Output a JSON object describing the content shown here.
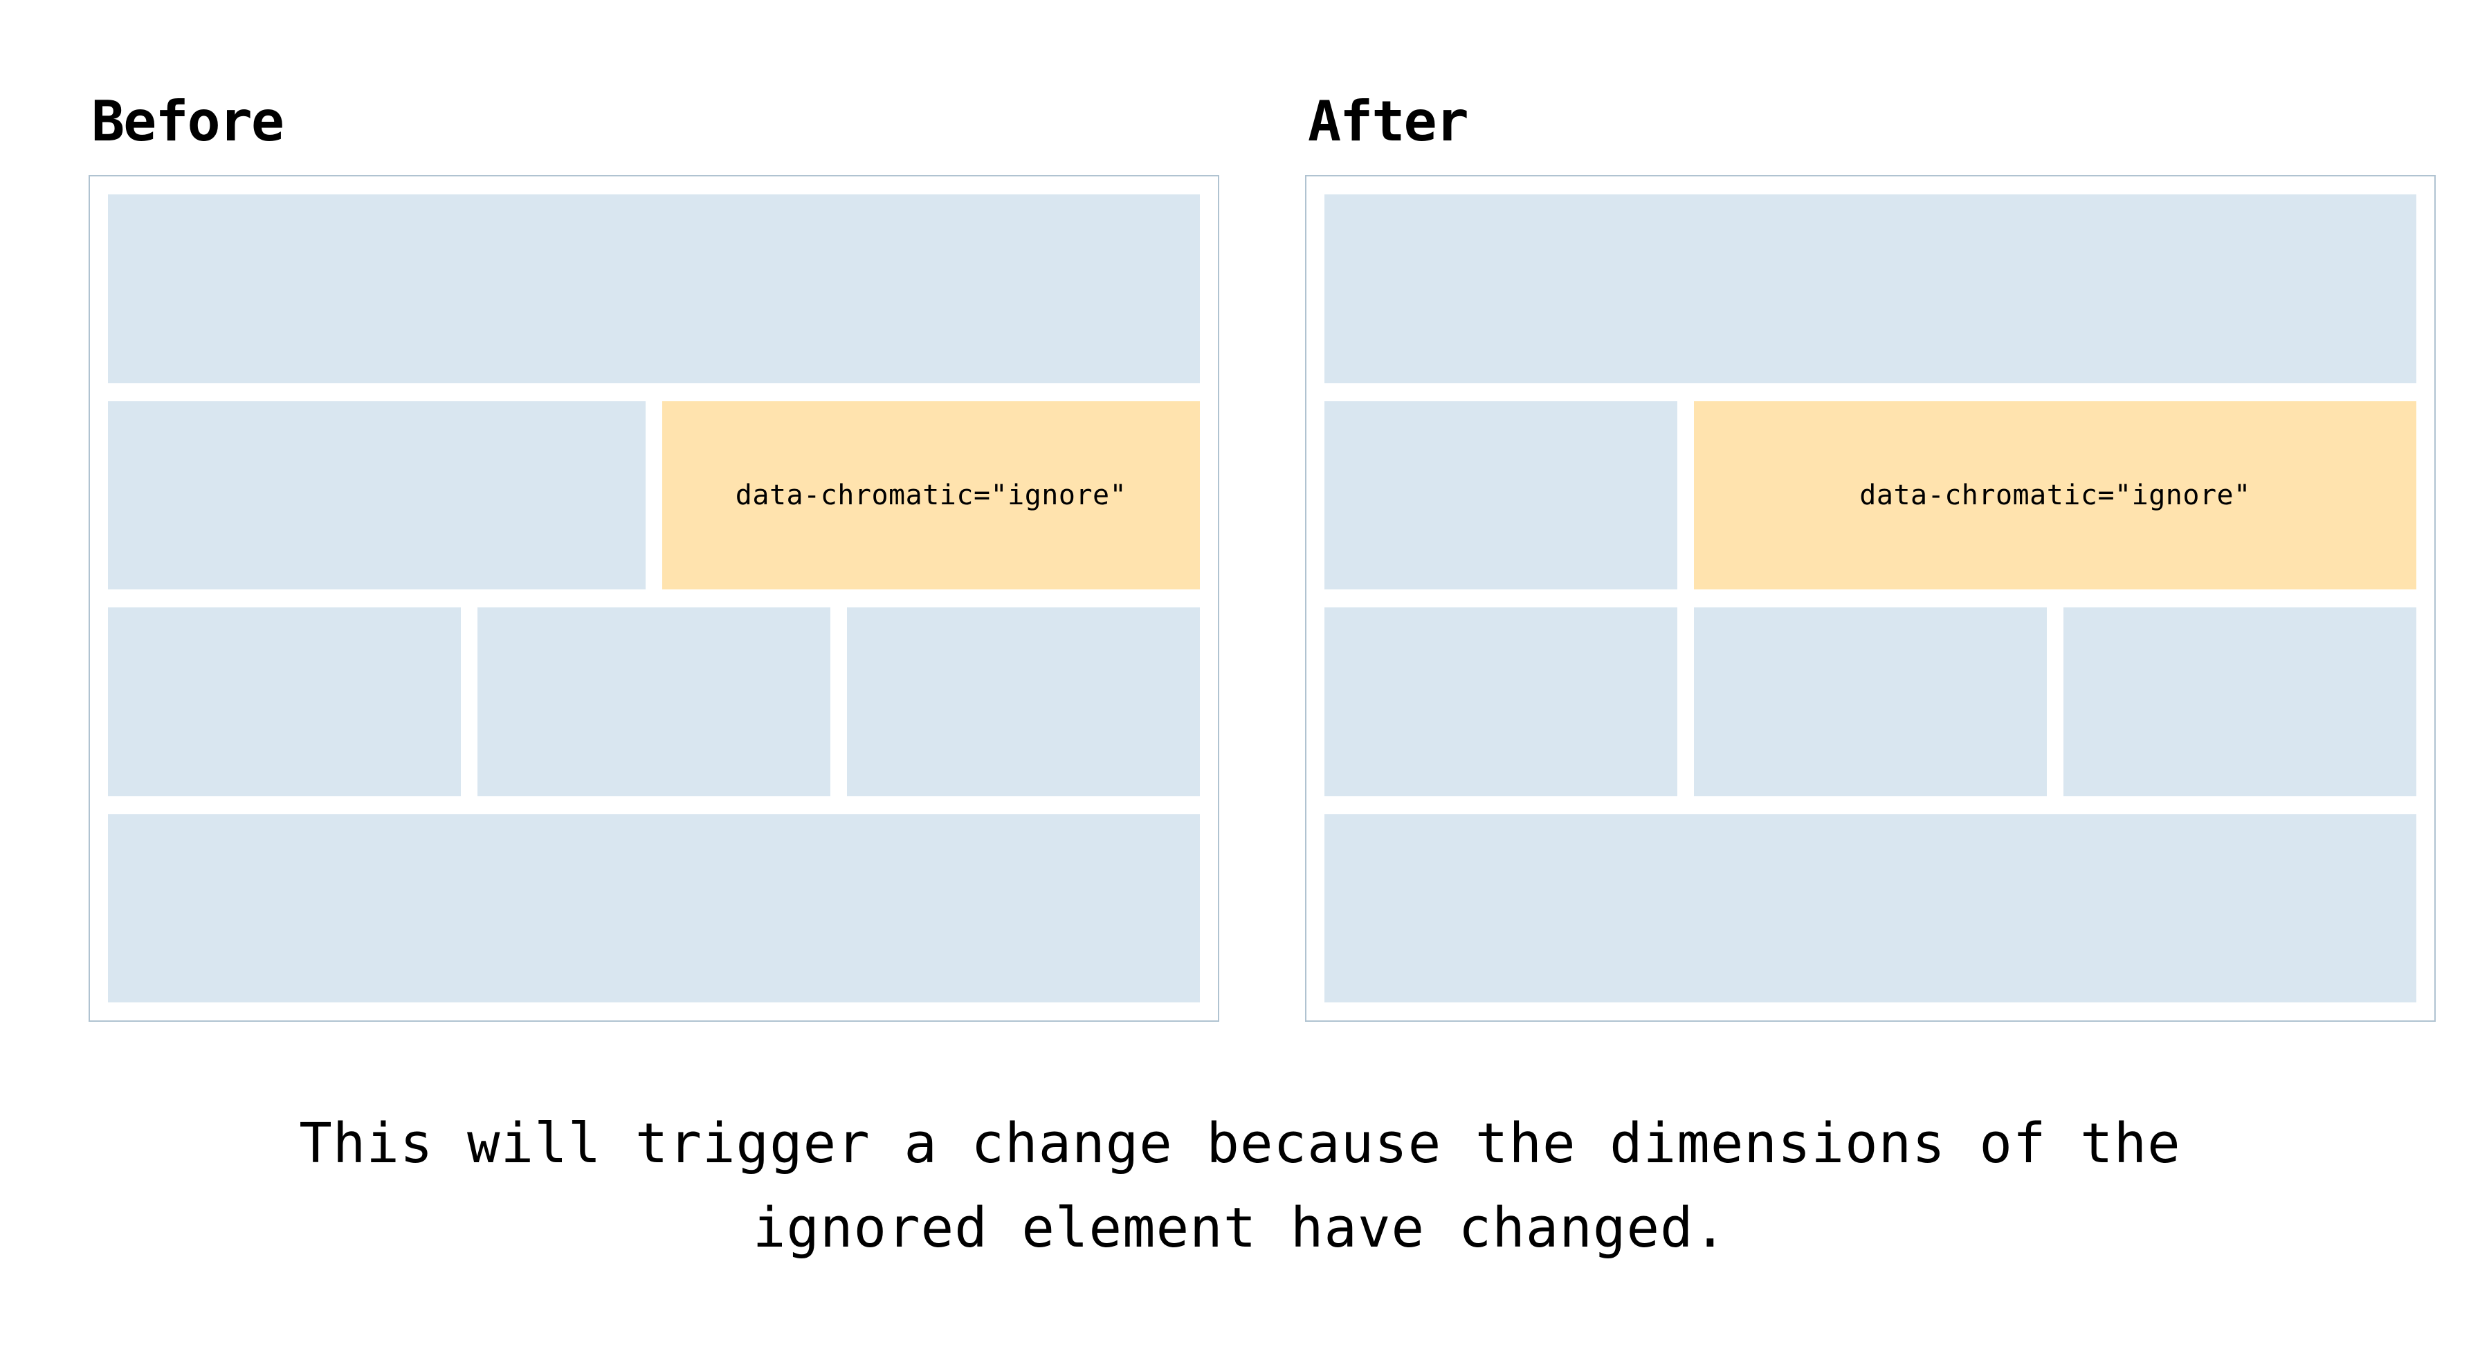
{
  "colors": {
    "block": "#d9e6f0",
    "ignore": "#ffe3ae",
    "frame_border": "#b0c3d1",
    "text": "#000000"
  },
  "panels": [
    {
      "title": "Before",
      "ignore_label": "data-chromatic=\"ignore\""
    },
    {
      "title": "After",
      "ignore_label": "data-chromatic=\"ignore\""
    }
  ],
  "caption": {
    "lines": [
      "This will trigger a change because the dimensions of the",
      "ignored element have changed."
    ]
  }
}
